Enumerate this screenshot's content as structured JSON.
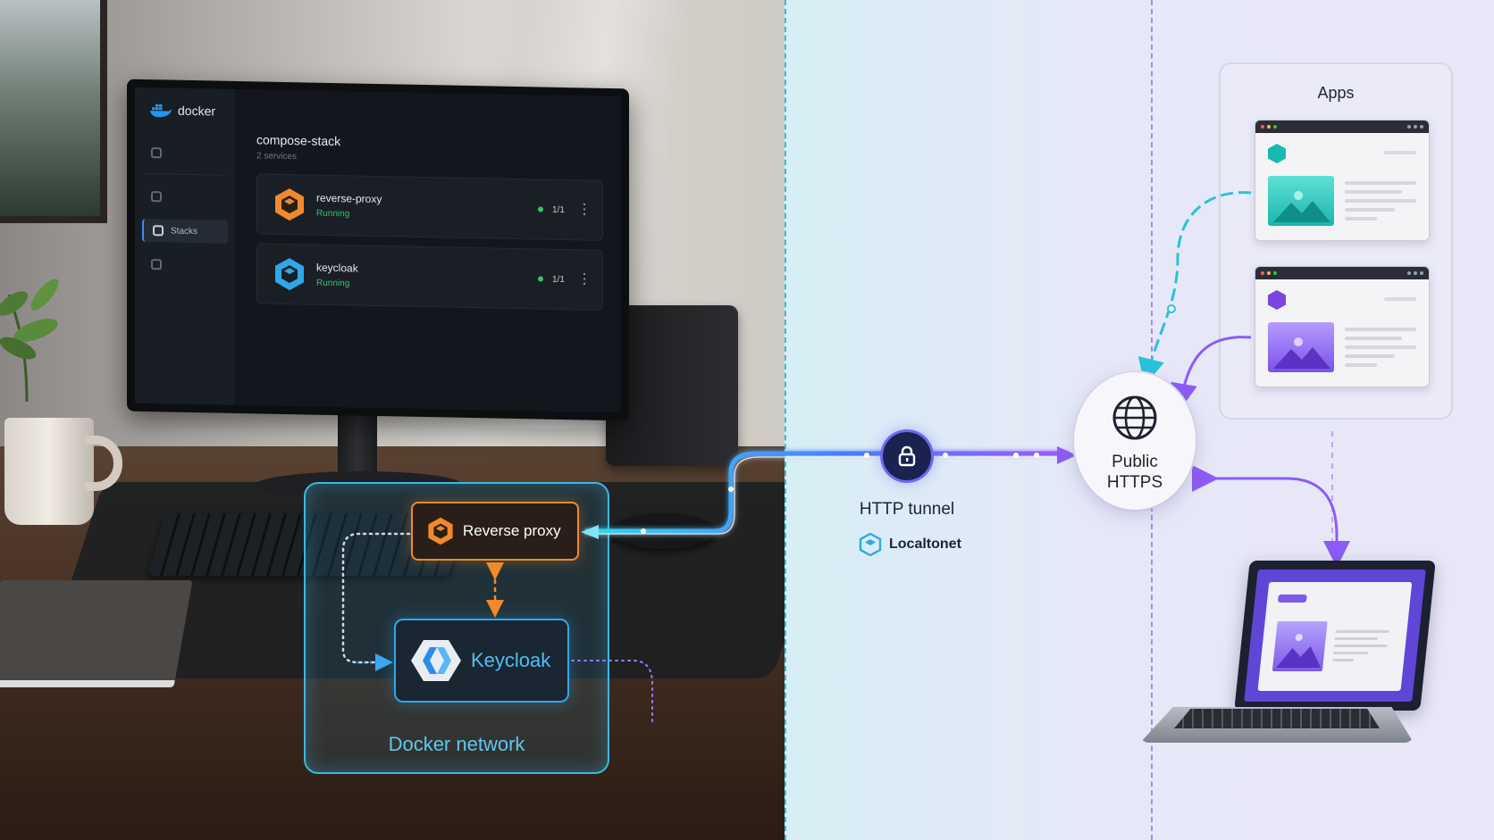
{
  "docker_ui": {
    "logo_text": "docker",
    "nav_active": "Stacks",
    "stack_name": "compose-stack",
    "stack_sub": "2 services",
    "services": [
      {
        "name": "reverse-proxy",
        "status": "Running",
        "replicas": "1/1",
        "accent": "#f08a2c"
      },
      {
        "name": "keycloak",
        "status": "Running",
        "replicas": "1/1",
        "accent": "#2fa8e8"
      }
    ]
  },
  "network": {
    "label": "Docker network",
    "reverse_proxy": "Reverse proxy",
    "keycloak": "Keycloak"
  },
  "tunnel": {
    "label": "HTTP tunnel",
    "brand": "Localtonet"
  },
  "public": {
    "label_line1": "Public",
    "label_line2": "HTTPS"
  },
  "apps": {
    "title": "Apps"
  },
  "colors": {
    "orange": "#f08a2c",
    "blue": "#2fa8e8",
    "cyan": "#29c3d8",
    "purple": "#8b5cf6",
    "navy": "#1a2350"
  },
  "icons": [
    "docker-whale-icon",
    "hexagon-box-icon",
    "lock-icon",
    "globe-icon",
    "localtonet-icon",
    "image-icon"
  ]
}
